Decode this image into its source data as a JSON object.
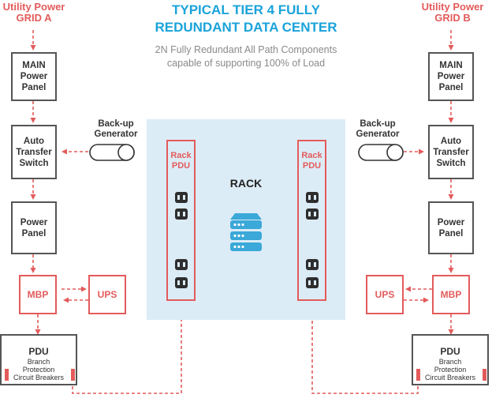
{
  "title": {
    "line1": "TYPICAL TIER 4 FULLY",
    "line2": "REDUNDANT DATA CENTER"
  },
  "subtitle": {
    "line1": "2N Fully Redundant All Path Components",
    "line2": "capable of supporting 100% of Load"
  },
  "left": {
    "grid": "Utility Power\nGRID A",
    "main_panel": "MAIN\nPower\nPanel",
    "ats": "Auto\nTransfer\nSwitch",
    "generator": "Back-up\nGenerator",
    "power_panel": "Power\nPanel",
    "mbp": "MBP",
    "ups": "UPS",
    "pdu_title": "PDU",
    "pdu_sub": "Branch\nProtection\nCircuit Breakers"
  },
  "right": {
    "grid": "Utility Power\nGRID B",
    "main_panel": "MAIN\nPower\nPanel",
    "ats": "Auto\nTransfer\nSwitch",
    "generator": "Back-up\nGenerator",
    "power_panel": "Power\nPanel",
    "mbp": "MBP",
    "ups": "UPS",
    "pdu_title": "PDU",
    "pdu_sub": "Branch\nProtection\nCircuit Breakers"
  },
  "rack": {
    "label": "RACK",
    "pdu_left": "Rack\nPDU",
    "pdu_right": "Rack\nPDU"
  },
  "colors": {
    "accent_red": "#e35b5b",
    "title_blue": "#1aa3d9",
    "rack_bg": "#dcecf7",
    "server_blue": "#3aa8d8"
  },
  "icons": [
    "power-outlet-icon",
    "server-stack-icon",
    "generator-icon"
  ]
}
